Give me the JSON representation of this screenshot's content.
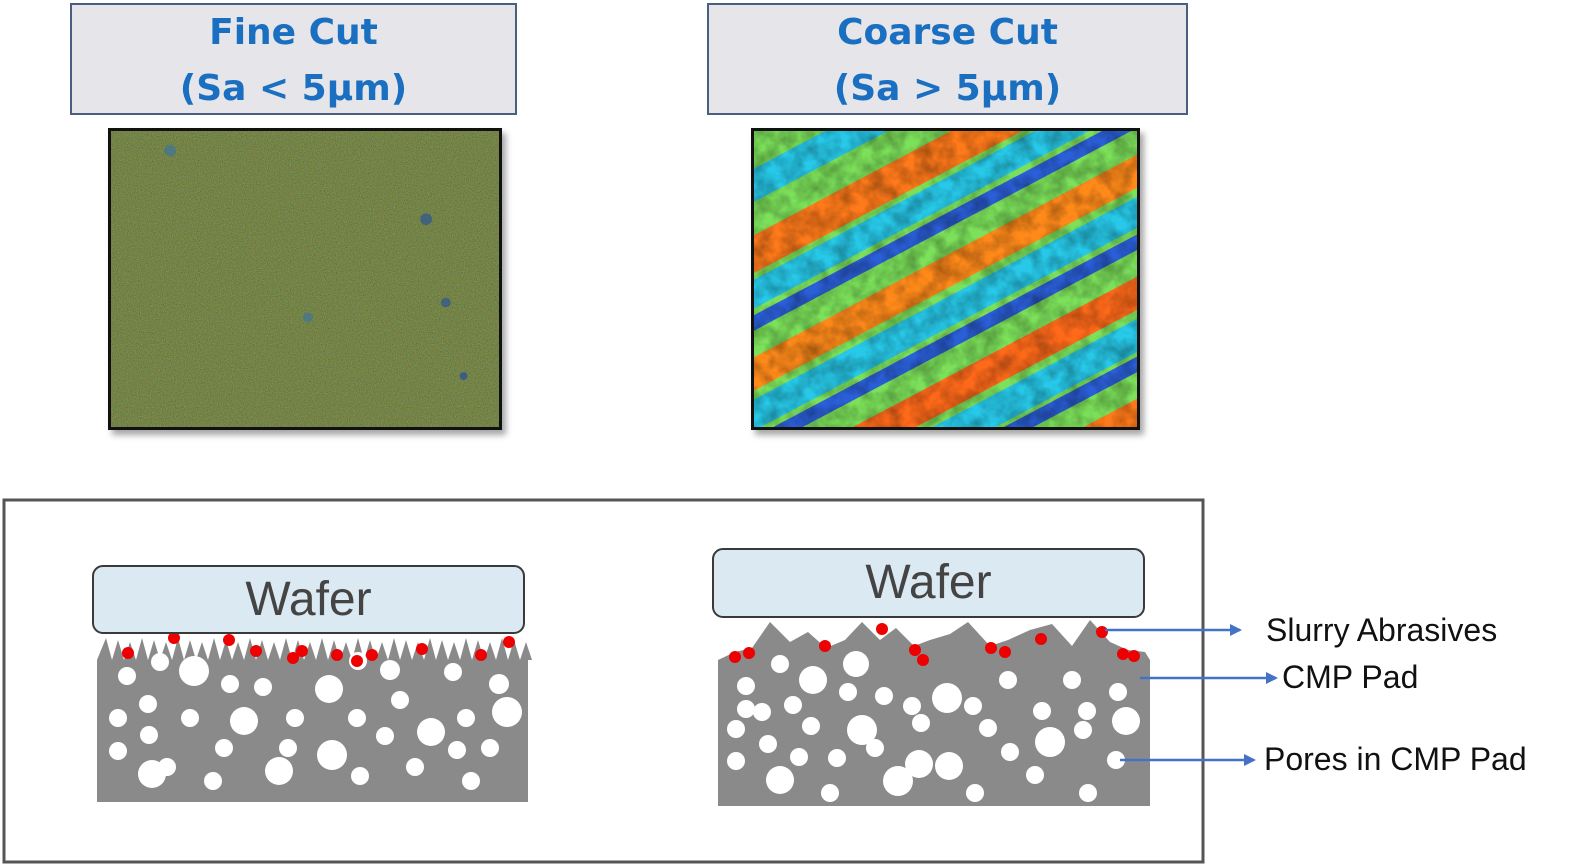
{
  "panels": [
    {
      "title_line1": "Fine Cut",
      "title_line2": "(Sa < 5µm)"
    },
    {
      "title_line1": "Coarse Cut",
      "title_line2": "(Sa > 5µm)"
    }
  ],
  "schematic": {
    "wafer_label": "Wafer",
    "labels": {
      "slurry": "Slurry Abrasives",
      "pad": "CMP Pad",
      "pores": "Pores in CMP Pad"
    }
  },
  "colors": {
    "title_text": "#1a6fc1",
    "title_bg": "#e6e6ea",
    "wafer_fill": "#dbe9f2",
    "pad_fill": "#8a8a8a",
    "abrasive": "#ee0000",
    "arrow": "#4472c4"
  }
}
